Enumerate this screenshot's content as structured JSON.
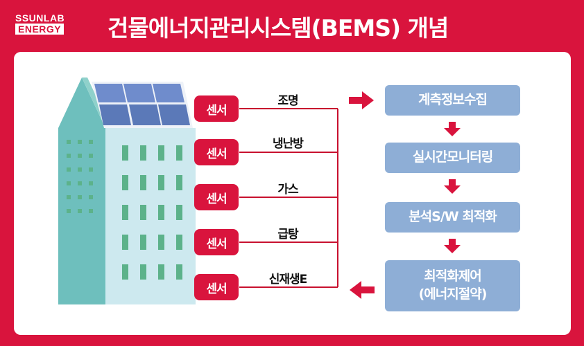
{
  "logo": {
    "line1": "SSUNLAB",
    "line2": "ENERGY"
  },
  "title": "건물에너지관리시스템(BEMS) 개념",
  "sensors": [
    {
      "badge": "센서",
      "label": "조명"
    },
    {
      "badge": "센서",
      "label": "냉난방"
    },
    {
      "badge": "센서",
      "label": "가스"
    },
    {
      "badge": "센서",
      "label": "급탕"
    },
    {
      "badge": "센서",
      "label": "신재생E"
    }
  ],
  "process": [
    {
      "line1": "계측정보수집"
    },
    {
      "line1": "실시간모니터링"
    },
    {
      "line1": "분석S/W 최적화"
    },
    {
      "line1": "최적화제어",
      "line2": "(에너지절약)"
    }
  ],
  "colors": {
    "brand_red": "#d9143d",
    "process_box": "#8eaed6",
    "building_dark": "#6ebfbd",
    "building_light": "#cde9ef",
    "window": "#5cb28a",
    "solar_panel": "#5b79b8"
  },
  "icons": [
    "building-icon",
    "solar-panel-icon",
    "arrow-right-icon",
    "arrow-down-icon",
    "arrow-left-icon"
  ]
}
